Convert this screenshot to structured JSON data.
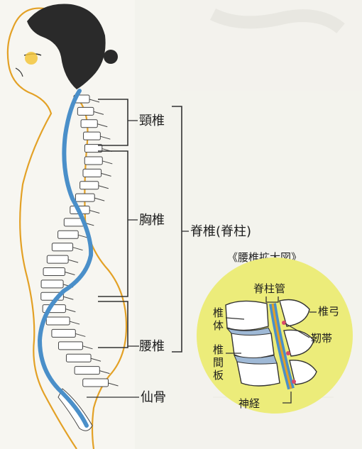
{
  "diagram": {
    "main_labels": {
      "cervical": "頸椎",
      "thoracic": "胸椎",
      "lumbar": "腰椎",
      "sacrum": "仙骨",
      "spine": "脊椎(脊柱)"
    },
    "inset": {
      "title": "《腰椎拡大図》",
      "spinal_canal": "脊柱管",
      "vertebral_body": "椎体",
      "vertebral_arch": "椎弓",
      "ligament": "靭帯",
      "intervertebral_disc": "椎間板",
      "nerve": "神経"
    },
    "colors": {
      "spinal_cord": "#4a8fc9",
      "body_outline": "#e3a126",
      "inset_bg": "#ecec7a",
      "hair": "#2a2a2a",
      "cheek": "#f3c63c"
    }
  }
}
